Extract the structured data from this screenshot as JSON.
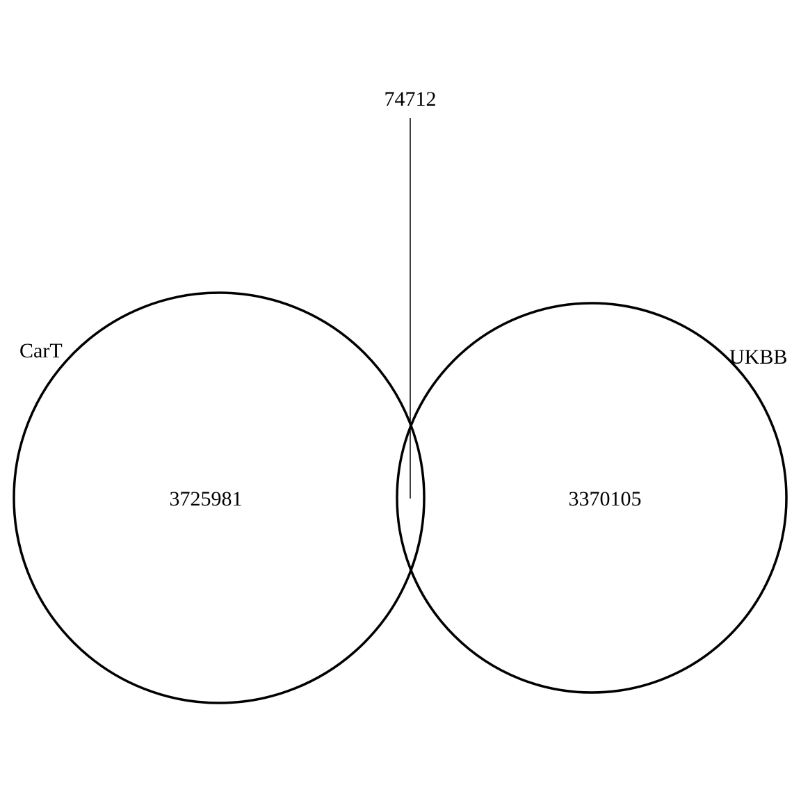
{
  "venn": {
    "sets": [
      {
        "name": "CarT",
        "only_count": "3725981"
      },
      {
        "name": "UKBB",
        "only_count": "3370105"
      }
    ],
    "intersection_count": "74712",
    "colors": {
      "stroke": "#000000",
      "background": "#ffffff"
    }
  }
}
